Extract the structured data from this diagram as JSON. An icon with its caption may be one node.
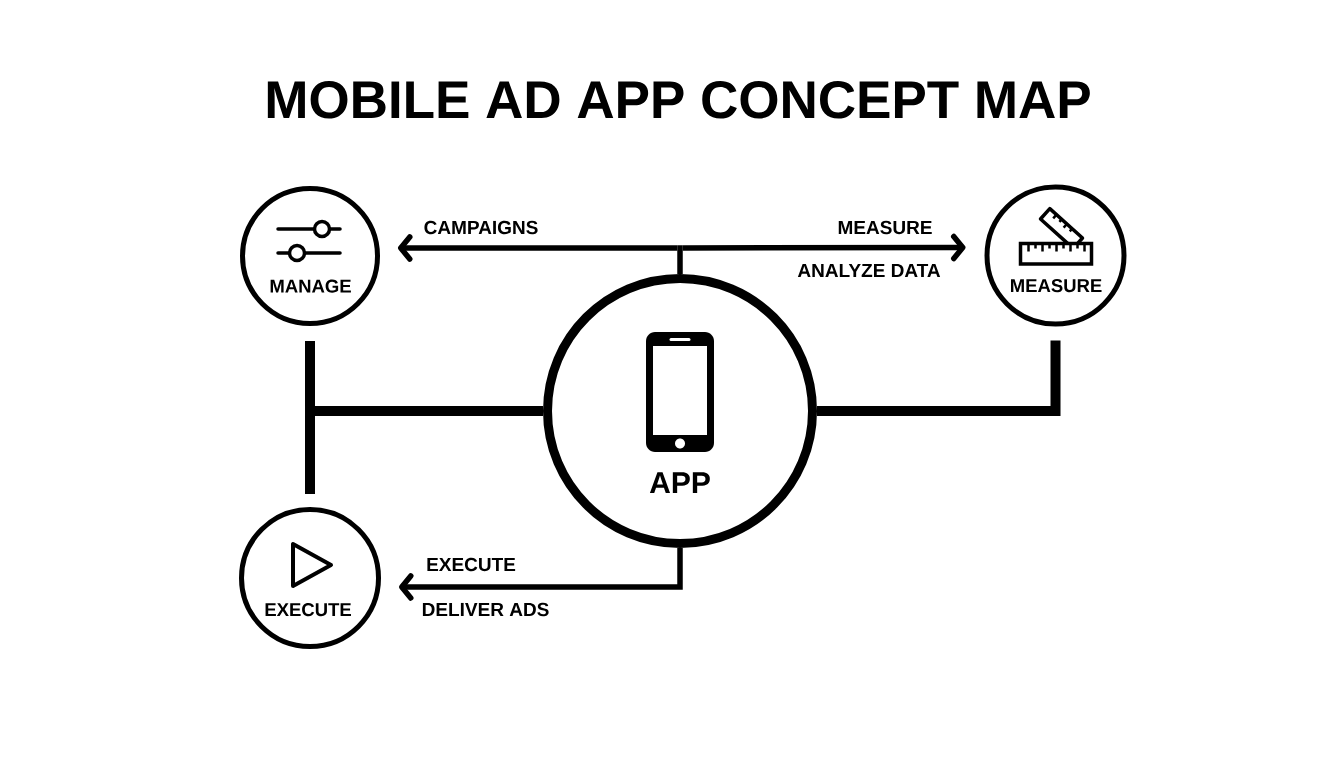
{
  "diagram": {
    "title": "MOBILE AD APP CONCEPT MAP",
    "nodes": [
      {
        "text": [
          "MANAGE"
        ]
      },
      {
        "text": [
          "MEASURE"
        ]
      },
      {
        "text": [
          "APP"
        ]
      },
      {
        "text": [
          "EXECUTE"
        ]
      }
    ],
    "edges": [
      {
        "from": 2,
        "to": 0,
        "arrow": "to",
        "label": "CAMPAIGNS"
      },
      {
        "from": 2,
        "to": 1,
        "arrow": "to",
        "label": "MEASURE"
      },
      {
        "from": 2,
        "to": 0,
        "arrow": "none",
        "style": "thick"
      },
      {
        "from": 2,
        "to": 3,
        "arrow": "none",
        "style": "thick"
      },
      {
        "from": 2,
        "to": 1,
        "arrow": "none",
        "style": "thick"
      },
      {
        "from": 2,
        "to": 3,
        "arrow": "to",
        "label": "EXECUTE"
      }
    ],
    "labels": [
      "ANALYZE DATA",
      "DELIVER ADS"
    ]
  }
}
